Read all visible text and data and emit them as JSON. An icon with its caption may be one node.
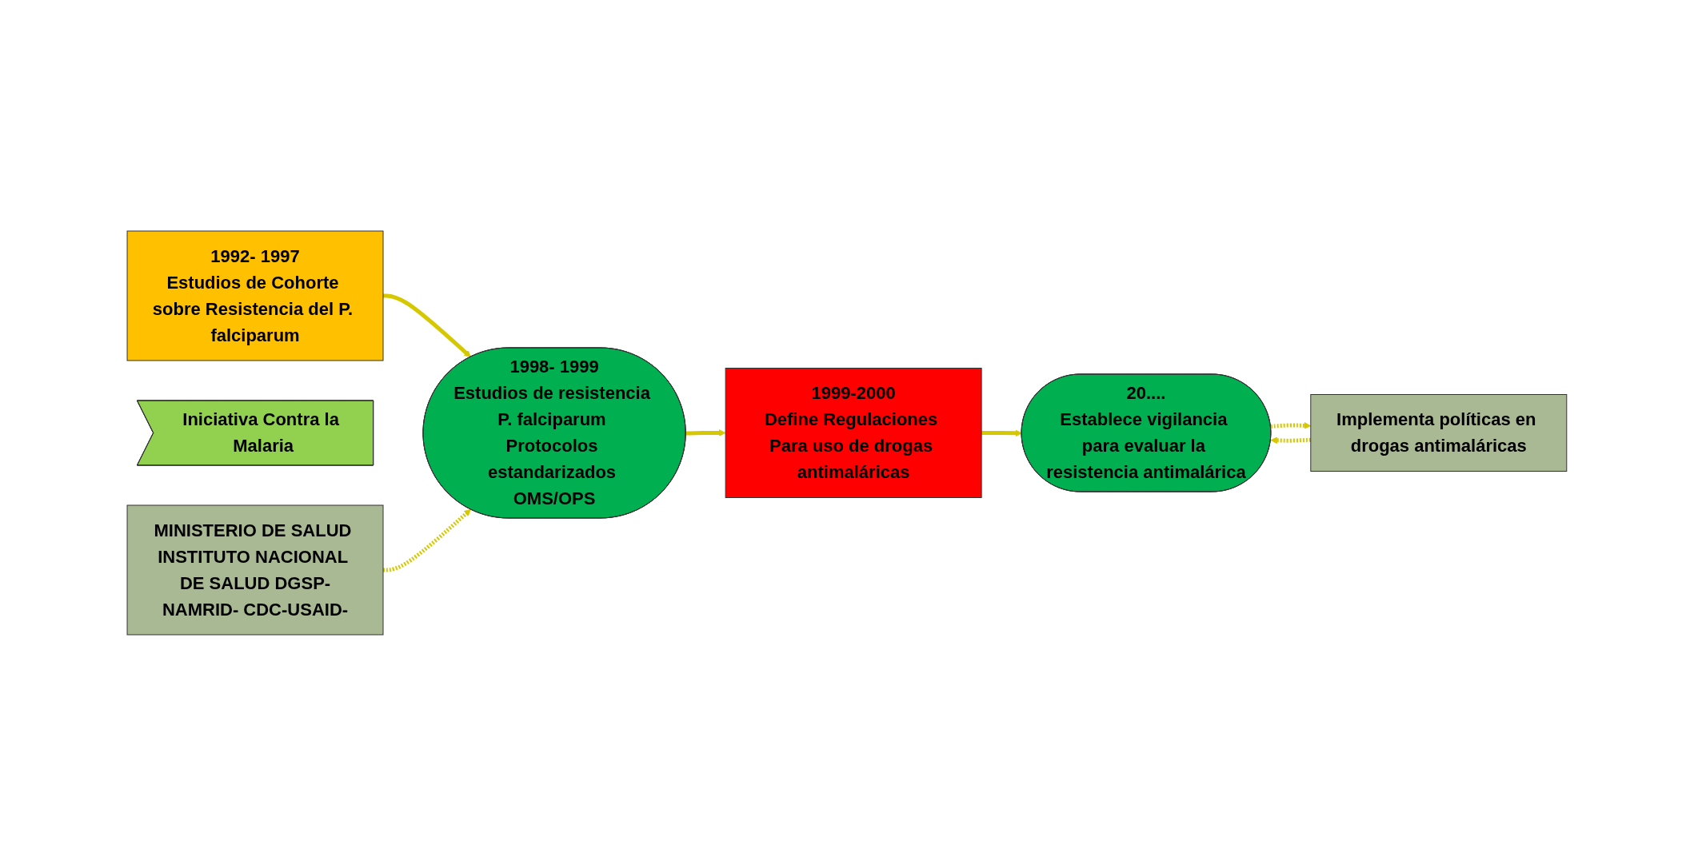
{
  "diagram": {
    "nodes": [
      {
        "text": [
          "1992- 1997",
          "Estudios de Cohorte sobre Resistencia del P. falciparum"
        ]
      },
      {
        "text": [
          "1998- 1999",
          "Estudios de resistencia P. falciparum Protocolos estandarizados OMS/OPS"
        ]
      },
      {
        "text": [
          "1999-2000",
          "Define Regulaciones Para uso de drogas antimaláricas"
        ]
      },
      {
        "text": [
          "Iniciativa Contra la Malaria"
        ]
      },
      {
        "text": [
          "20....",
          "Establece vigilancia para evaluar la resistencia antimalárica"
        ]
      },
      {
        "text": [
          "MINISTERIO DE SALUD INSTITUTO NACIONAL DE SALUD DGSP-NAMRID- CDC-USAID-"
        ]
      },
      {
        "text": [
          "Implementa políticas en drogas antimaláricas"
        ]
      }
    ],
    "edges": [
      {
        "from": 0,
        "to": 1,
        "arrow": "to"
      },
      {
        "from": 1,
        "to": 2,
        "arrow": "to"
      },
      {
        "from": 2,
        "to": 4,
        "arrow": "to"
      },
      {
        "from": 5,
        "to": 1,
        "arrow": "to",
        "style": "dashed"
      },
      {
        "from": 4,
        "to": 6,
        "arrow": "to",
        "style": "dashed"
      },
      {
        "from": 6,
        "to": 4,
        "arrow": "to",
        "style": "dashed"
      }
    ]
  }
}
